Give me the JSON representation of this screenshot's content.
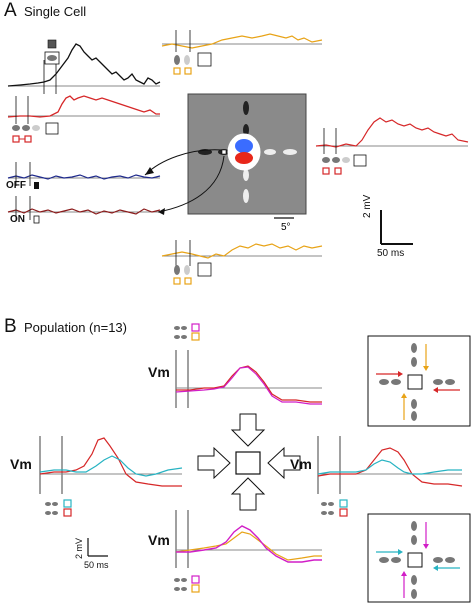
{
  "panelA": {
    "letter": "A",
    "title": "Single Cell",
    "off_label": "OFF",
    "on_label": "ON",
    "rf_scale_label": "5°",
    "scalebar_v_label": "2 mV",
    "scalebar_h_label": "50 ms"
  },
  "panelB": {
    "letter": "B",
    "title": "Population (n=13)",
    "vm_label": "Vm",
    "scalebar_v_label": "2 mV",
    "scalebar_h_label": "50 ms"
  },
  "colors": {
    "black_trace": "#111111",
    "red_trace": "#d62728",
    "blue_trace": "#1f2a8c",
    "dark_red_trace": "#8b1a1a",
    "orange_trace": "#e8a317",
    "magenta_trace": "#d11ec7",
    "cyan_trace": "#27b3c2",
    "baseline": "#888888",
    "rf_background": "#8a8a8a"
  },
  "icons": [
    "square-stimulus-icon",
    "bar-pair-icon",
    "arrow-icon",
    "rf-map"
  ]
}
